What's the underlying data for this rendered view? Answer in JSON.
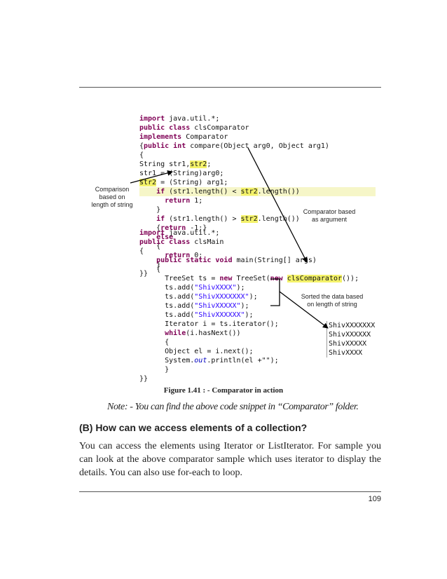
{
  "figure": {
    "code_top": [
      [
        {
          "t": "import",
          "c": "kw"
        },
        {
          "t": " java.util.*;"
        }
      ],
      [
        {
          "t": "public class",
          "c": "kw"
        },
        {
          "t": " clsComparator"
        }
      ],
      [
        {
          "t": "implements",
          "c": "kw"
        },
        {
          "t": " Comparator"
        }
      ],
      [
        {
          "t": "{"
        },
        {
          "t": "public int",
          "c": "kw"
        },
        {
          "t": " compare(Object arg0, Object arg1)"
        }
      ],
      [
        {
          "t": "{"
        }
      ],
      [
        {
          "t": "String str1,"
        },
        {
          "t": "str2",
          "c": "hl"
        },
        {
          "t": ";"
        }
      ],
      [
        {
          "t": "str1 = (String)arg0;"
        }
      ],
      [
        {
          "t": "str2",
          "c": "hl"
        },
        {
          "t": " = (String) arg1;"
        }
      ],
      [
        {
          "t": "    "
        },
        {
          "t": "if",
          "c": "kw"
        },
        {
          "t": " (str1.length() < "
        },
        {
          "t": "str2",
          "c": "hl"
        },
        {
          "t": ".length())"
        }
      ],
      [
        {
          "t": "      "
        },
        {
          "t": "return",
          "c": "kw"
        },
        {
          "t": " 1;"
        }
      ],
      [
        {
          "t": "    }"
        }
      ],
      [
        {
          "t": "    "
        },
        {
          "t": "if",
          "c": "kw"
        },
        {
          "t": " (str1.length() > "
        },
        {
          "t": "str2",
          "c": "hl"
        },
        {
          "t": ".length())"
        }
      ],
      [
        {
          "t": "    {"
        },
        {
          "t": "return",
          "c": "kw"
        },
        {
          "t": " -1;}"
        }
      ],
      [
        {
          "t": "    "
        },
        {
          "t": "else",
          "c": "kw"
        }
      ],
      [
        {
          "t": "    {"
        }
      ],
      [
        {
          "t": "      "
        },
        {
          "t": "return",
          "c": "kw"
        },
        {
          "t": " 0;"
        }
      ],
      [
        {
          "t": "    }"
        }
      ],
      [
        {
          "t": "}}"
        }
      ]
    ],
    "code_bottom": [
      [
        {
          "t": "import",
          "c": "kw"
        },
        {
          "t": " java.util.*;"
        }
      ],
      [
        {
          "t": "public class",
          "c": "kw"
        },
        {
          "t": " clsMain"
        }
      ],
      [
        {
          "t": "{"
        }
      ],
      [
        {
          "t": "    "
        },
        {
          "t": "public static void",
          "c": "kw"
        },
        {
          "t": " main(String[] args)"
        }
      ],
      [
        {
          "t": "    {"
        }
      ],
      [
        {
          "t": "      TreeSet ts = "
        },
        {
          "t": "new",
          "c": "kw"
        },
        {
          "t": " TreeSet("
        },
        {
          "t": "new",
          "c": "kw"
        },
        {
          "t": " "
        },
        {
          "t": "clsComparator",
          "c": "hl"
        },
        {
          "t": "());"
        }
      ],
      [
        {
          "t": "      ts.add("
        },
        {
          "t": "\"ShivXXXX\"",
          "c": "str"
        },
        {
          "t": ");"
        }
      ],
      [
        {
          "t": "      ts.add("
        },
        {
          "t": "\"ShivXXXXXXX\"",
          "c": "str"
        },
        {
          "t": ");"
        }
      ],
      [
        {
          "t": "      ts.add("
        },
        {
          "t": "\"ShivXXXXX\"",
          "c": "str"
        },
        {
          "t": ");"
        }
      ],
      [
        {
          "t": "      ts.add("
        },
        {
          "t": "\"ShivXXXXXX\"",
          "c": "str"
        },
        {
          "t": ");"
        }
      ],
      [
        {
          "t": "      Iterator i = ts.iterator();"
        }
      ],
      [
        {
          "t": "      "
        },
        {
          "t": "while",
          "c": "kw"
        },
        {
          "t": "(i.hasNext())"
        }
      ],
      [
        {
          "t": "      {"
        }
      ],
      [
        {
          "t": "      Object el = i.next();"
        }
      ],
      [
        {
          "t": "      System."
        },
        {
          "t": "out",
          "c": "it"
        },
        {
          "t": ".println(el +\"\");"
        }
      ],
      [
        {
          "t": "      }"
        }
      ],
      [
        {
          "t": "}}"
        }
      ]
    ],
    "output_lines": [
      "ShivXXXXXXX",
      "ShivXXXXXX",
      "ShivXXXXX",
      "ShivXXXX"
    ],
    "annotations": {
      "comparison": [
        "Comparison",
        "based on",
        "length of string"
      ],
      "comparator": [
        "Comparator based",
        "as argument"
      ],
      "sorted": [
        "Sorted the data based",
        "on length of string"
      ]
    }
  },
  "caption": "Figure 1.41 : - Comparator in action",
  "note": "Note: - You can find the above code snippet in “Comparator” folder.",
  "heading": "(B) How can we access elements of a collection?",
  "body": "You can access the elements using Iterator or ListIterator. For sample you can look at the above comparator sample which uses iterator to display the details. You can also use for-each to loop.",
  "page_number": "109"
}
